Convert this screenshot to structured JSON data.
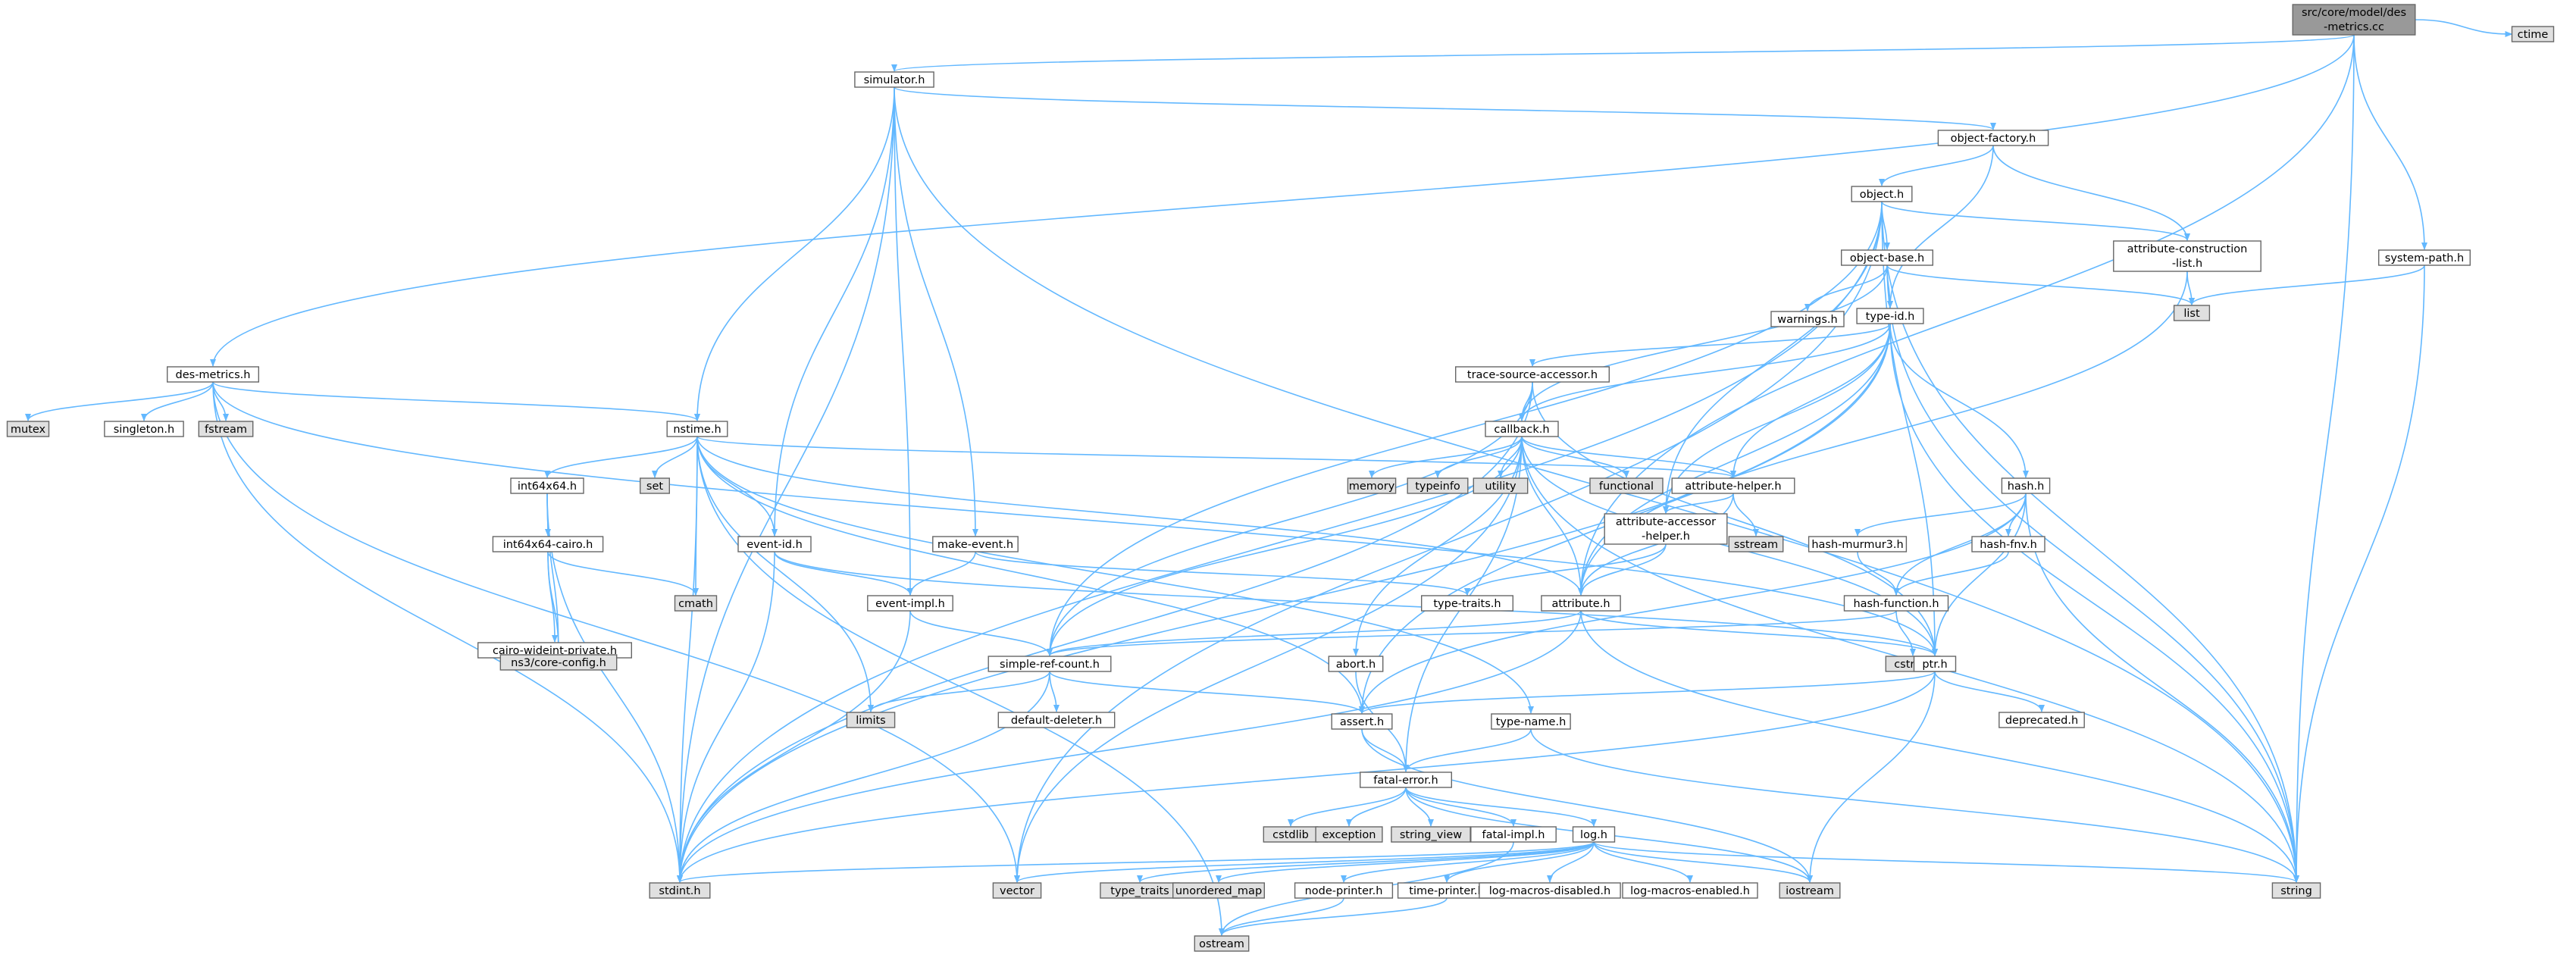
{
  "colors": {
    "edge": "#63b8ff",
    "node_fill": "#ffffff",
    "system_fill": "#e0e0e0",
    "root_fill": "#999999",
    "border": "#666666"
  },
  "nodes": [
    {
      "id": "root",
      "lines": [
        "src/core/model/des",
        "-metrics.cc"
      ],
      "kind": "root"
    },
    {
      "id": "ctime",
      "lines": [
        "ctime"
      ],
      "kind": "system"
    },
    {
      "id": "simulator_h",
      "lines": [
        "simulator.h"
      ],
      "kind": "file"
    },
    {
      "id": "object_factory_h",
      "lines": [
        "object-factory.h"
      ],
      "kind": "file"
    },
    {
      "id": "object_h",
      "lines": [
        "object.h"
      ],
      "kind": "file"
    },
    {
      "id": "object_base_h",
      "lines": [
        "object-base.h"
      ],
      "kind": "file"
    },
    {
      "id": "attr_constr_h",
      "lines": [
        "attribute-construction",
        "-list.h"
      ],
      "kind": "file"
    },
    {
      "id": "system_path_h",
      "lines": [
        "system-path.h"
      ],
      "kind": "file"
    },
    {
      "id": "list",
      "lines": [
        "list"
      ],
      "kind": "system"
    },
    {
      "id": "warnings_h",
      "lines": [
        "warnings.h"
      ],
      "kind": "file"
    },
    {
      "id": "type_id_h",
      "lines": [
        "type-id.h"
      ],
      "kind": "file"
    },
    {
      "id": "des_metrics_h",
      "lines": [
        "des-metrics.h"
      ],
      "kind": "file"
    },
    {
      "id": "mutex",
      "lines": [
        "mutex"
      ],
      "kind": "system"
    },
    {
      "id": "singleton_h",
      "lines": [
        "singleton.h"
      ],
      "kind": "file"
    },
    {
      "id": "fstream",
      "lines": [
        "fstream"
      ],
      "kind": "system"
    },
    {
      "id": "trace_src_h",
      "lines": [
        "trace-source-accessor.h"
      ],
      "kind": "file"
    },
    {
      "id": "nstime_h",
      "lines": [
        "nstime.h"
      ],
      "kind": "file"
    },
    {
      "id": "callback_h",
      "lines": [
        "callback.h"
      ],
      "kind": "file"
    },
    {
      "id": "set",
      "lines": [
        "set"
      ],
      "kind": "system"
    },
    {
      "id": "int64x64_h",
      "lines": [
        "int64x64.h"
      ],
      "kind": "file"
    },
    {
      "id": "memory",
      "lines": [
        "memory"
      ],
      "kind": "system"
    },
    {
      "id": "typeinfo",
      "lines": [
        "typeinfo"
      ],
      "kind": "system"
    },
    {
      "id": "utility",
      "lines": [
        "utility"
      ],
      "kind": "system"
    },
    {
      "id": "functional",
      "lines": [
        "functional"
      ],
      "kind": "system"
    },
    {
      "id": "attr_helper_h",
      "lines": [
        "attribute-helper.h"
      ],
      "kind": "file"
    },
    {
      "id": "hash_h",
      "lines": [
        "hash.h"
      ],
      "kind": "file"
    },
    {
      "id": "sstream",
      "lines": [
        "sstream"
      ],
      "kind": "system"
    },
    {
      "id": "int64x64_cairo_h",
      "lines": [
        "int64x64-cairo.h"
      ],
      "kind": "file"
    },
    {
      "id": "event_id_h",
      "lines": [
        "event-id.h"
      ],
      "kind": "file"
    },
    {
      "id": "make_event_h",
      "lines": [
        "make-event.h"
      ],
      "kind": "file"
    },
    {
      "id": "attr_accessor_h",
      "lines": [
        "attribute-accessor",
        "-helper.h"
      ],
      "kind": "file"
    },
    {
      "id": "hash_murmur3_h",
      "lines": [
        "hash-murmur3.h"
      ],
      "kind": "file"
    },
    {
      "id": "hash_fnv_h",
      "lines": [
        "hash-fnv.h"
      ],
      "kind": "file"
    },
    {
      "id": "cmath",
      "lines": [
        "cmath"
      ],
      "kind": "system"
    },
    {
      "id": "event_impl_h",
      "lines": [
        "event-impl.h"
      ],
      "kind": "file"
    },
    {
      "id": "type_traits_h",
      "lines": [
        "type-traits.h"
      ],
      "kind": "file"
    },
    {
      "id": "attribute_h",
      "lines": [
        "attribute.h"
      ],
      "kind": "file"
    },
    {
      "id": "hash_function_h",
      "lines": [
        "hash-function.h"
      ],
      "kind": "file"
    },
    {
      "id": "cairo_wideint_h",
      "lines": [
        "cairo-wideint-private.h"
      ],
      "kind": "file"
    },
    {
      "id": "ns3_config_h",
      "lines": [
        "ns3/core-config.h"
      ],
      "kind": "system"
    },
    {
      "id": "cstring",
      "lines": [
        "cstring"
      ],
      "kind": "system"
    },
    {
      "id": "simple_ref_h",
      "lines": [
        "simple-ref-count.h"
      ],
      "kind": "file"
    },
    {
      "id": "abort_h",
      "lines": [
        "abort.h"
      ],
      "kind": "file"
    },
    {
      "id": "ptr_h",
      "lines": [
        "ptr.h"
      ],
      "kind": "file"
    },
    {
      "id": "limits",
      "lines": [
        "limits"
      ],
      "kind": "system"
    },
    {
      "id": "default_deleter_h",
      "lines": [
        "default-deleter.h"
      ],
      "kind": "file"
    },
    {
      "id": "assert_h",
      "lines": [
        "assert.h"
      ],
      "kind": "file"
    },
    {
      "id": "type_name_h",
      "lines": [
        "type-name.h"
      ],
      "kind": "file"
    },
    {
      "id": "deprecated_h",
      "lines": [
        "deprecated.h"
      ],
      "kind": "file"
    },
    {
      "id": "fatal_error_h",
      "lines": [
        "fatal-error.h"
      ],
      "kind": "file"
    },
    {
      "id": "cstdlib",
      "lines": [
        "cstdlib"
      ],
      "kind": "system"
    },
    {
      "id": "exception",
      "lines": [
        "exception"
      ],
      "kind": "system"
    },
    {
      "id": "string_view",
      "lines": [
        "string_view"
      ],
      "kind": "system"
    },
    {
      "id": "fatal_impl_h",
      "lines": [
        "fatal-impl.h"
      ],
      "kind": "file"
    },
    {
      "id": "log_h",
      "lines": [
        "log.h"
      ],
      "kind": "file"
    },
    {
      "id": "stdint_h",
      "lines": [
        "stdint.h"
      ],
      "kind": "system"
    },
    {
      "id": "vector",
      "lines": [
        "vector"
      ],
      "kind": "system"
    },
    {
      "id": "type_traits",
      "lines": [
        "type_traits"
      ],
      "kind": "system"
    },
    {
      "id": "unordered_map",
      "lines": [
        "unordered_map"
      ],
      "kind": "system"
    },
    {
      "id": "node_printer_h",
      "lines": [
        "node-printer.h"
      ],
      "kind": "file"
    },
    {
      "id": "time_printer_h",
      "lines": [
        "time-printer.h"
      ],
      "kind": "file"
    },
    {
      "id": "log_macros_disabled_h",
      "lines": [
        "log-macros-disabled.h"
      ],
      "kind": "file"
    },
    {
      "id": "log_macros_enabled_h",
      "lines": [
        "log-macros-enabled.h"
      ],
      "kind": "file"
    },
    {
      "id": "iostream",
      "lines": [
        "iostream"
      ],
      "kind": "system"
    },
    {
      "id": "string",
      "lines": [
        "string"
      ],
      "kind": "system"
    },
    {
      "id": "ostream",
      "lines": [
        "ostream"
      ],
      "kind": "system"
    }
  ],
  "edges": [
    [
      "root",
      "ctime"
    ],
    [
      "root",
      "simulator_h"
    ],
    [
      "root",
      "des_metrics_h"
    ],
    [
      "root",
      "system_path_h"
    ],
    [
      "root",
      "string"
    ],
    [
      "root",
      "attribute_h"
    ],
    [
      "simulator_h",
      "object_factory_h"
    ],
    [
      "simulator_h",
      "string"
    ],
    [
      "simulator_h",
      "nstime_h"
    ],
    [
      "simulator_h",
      "event_id_h"
    ],
    [
      "simulator_h",
      "event_impl_h"
    ],
    [
      "simulator_h",
      "make_event_h"
    ],
    [
      "simulator_h",
      "stdint_h"
    ],
    [
      "object_factory_h",
      "object_h"
    ],
    [
      "object_factory_h",
      "attr_constr_h"
    ],
    [
      "object_factory_h",
      "type_id_h"
    ],
    [
      "object_h",
      "object_base_h"
    ],
    [
      "object_h",
      "attr_constr_h"
    ],
    [
      "object_h",
      "string"
    ],
    [
      "object_h",
      "ptr_h"
    ],
    [
      "object_h",
      "simple_ref_h"
    ],
    [
      "object_h",
      "attr_accessor_h"
    ],
    [
      "object_h",
      "stdint_h"
    ],
    [
      "object_h",
      "vector"
    ],
    [
      "object_base_h",
      "type_id_h"
    ],
    [
      "object_base_h",
      "warnings_h"
    ],
    [
      "object_base_h",
      "list"
    ],
    [
      "object_base_h",
      "string"
    ],
    [
      "object_base_h",
      "callback_h"
    ],
    [
      "attr_constr_h",
      "list"
    ],
    [
      "attr_constr_h",
      "attribute_h"
    ],
    [
      "system_path_h",
      "list"
    ],
    [
      "system_path_h",
      "string"
    ],
    [
      "type_id_h",
      "trace_src_h"
    ],
    [
      "type_id_h",
      "callback_h"
    ],
    [
      "type_id_h",
      "attr_helper_h"
    ],
    [
      "type_id_h",
      "hash_h"
    ],
    [
      "type_id_h",
      "string"
    ],
    [
      "type_id_h",
      "attr_accessor_h"
    ],
    [
      "type_id_h",
      "attribute_h"
    ],
    [
      "type_id_h",
      "stdint_h"
    ],
    [
      "type_id_h",
      "assert_h"
    ],
    [
      "des_metrics_h",
      "mutex"
    ],
    [
      "des_metrics_h",
      "singleton_h"
    ],
    [
      "des_metrics_h",
      "fstream"
    ],
    [
      "des_metrics_h",
      "nstime_h"
    ],
    [
      "des_metrics_h",
      "stdint_h"
    ],
    [
      "des_metrics_h",
      "vector"
    ],
    [
      "des_metrics_h",
      "ptr_h"
    ],
    [
      "trace_src_h",
      "callback_h"
    ],
    [
      "trace_src_h",
      "ptr_h"
    ],
    [
      "trace_src_h",
      "simple_ref_h"
    ],
    [
      "trace_src_h",
      "stdint_h"
    ],
    [
      "nstime_h",
      "set"
    ],
    [
      "nstime_h",
      "int64x64_h"
    ],
    [
      "nstime_h",
      "attr_helper_h"
    ],
    [
      "nstime_h",
      "event_id_h"
    ],
    [
      "nstime_h",
      "attribute_h"
    ],
    [
      "nstime_h",
      "cmath"
    ],
    [
      "nstime_h",
      "limits"
    ],
    [
      "nstime_h",
      "ostream"
    ],
    [
      "nstime_h",
      "stdint_h"
    ],
    [
      "nstime_h",
      "assert_h"
    ],
    [
      "nstime_h",
      "type_name_h"
    ],
    [
      "callback_h",
      "memory"
    ],
    [
      "callback_h",
      "typeinfo"
    ],
    [
      "callback_h",
      "utility"
    ],
    [
      "callback_h",
      "functional"
    ],
    [
      "callback_h",
      "attr_helper_h"
    ],
    [
      "callback_h",
      "ptr_h"
    ],
    [
      "callback_h",
      "simple_ref_h"
    ],
    [
      "callback_h",
      "fatal_error_h"
    ],
    [
      "callback_h",
      "vector"
    ],
    [
      "callback_h",
      "string"
    ],
    [
      "callback_h",
      "attribute_h"
    ],
    [
      "callback_h",
      "abort_h"
    ],
    [
      "int64x64_h",
      "int64x64_cairo_h"
    ],
    [
      "int64x64_h",
      "ns3_config_h"
    ],
    [
      "int64x64_h",
      "stdint_h"
    ],
    [
      "int64x64_cairo_h",
      "cairo_wideint_h"
    ],
    [
      "int64x64_cairo_h",
      "cmath"
    ],
    [
      "int64x64_cairo_h",
      "ns3_config_h"
    ],
    [
      "cairo_wideint_h",
      "ns3_config_h"
    ],
    [
      "attr_helper_h",
      "attr_accessor_h"
    ],
    [
      "attr_helper_h",
      "sstream"
    ],
    [
      "attr_helper_h",
      "attribute_h"
    ],
    [
      "attr_accessor_h",
      "type_traits_h"
    ],
    [
      "attr_accessor_h",
      "attribute_h"
    ],
    [
      "hash_h",
      "hash_murmur3_h"
    ],
    [
      "hash_h",
      "hash_fnv_h"
    ],
    [
      "hash_h",
      "hash_function_h"
    ],
    [
      "hash_h",
      "ptr_h"
    ],
    [
      "hash_h",
      "string"
    ],
    [
      "hash_h",
      "assert_h"
    ],
    [
      "hash_murmur3_h",
      "hash_function_h"
    ],
    [
      "hash_fnv_h",
      "hash_function_h"
    ],
    [
      "hash_function_h",
      "cstring"
    ],
    [
      "hash_function_h",
      "simple_ref_h"
    ],
    [
      "event_id_h",
      "event_impl_h"
    ],
    [
      "event_id_h",
      "ptr_h"
    ],
    [
      "event_id_h",
      "stdint_h"
    ],
    [
      "make_event_h",
      "event_impl_h"
    ],
    [
      "make_event_h",
      "type_traits_h"
    ],
    [
      "event_impl_h",
      "simple_ref_h"
    ],
    [
      "event_impl_h",
      "stdint_h"
    ],
    [
      "attribute_h",
      "ptr_h"
    ],
    [
      "attribute_h",
      "simple_ref_h"
    ],
    [
      "attribute_h",
      "string"
    ],
    [
      "attribute_h",
      "stdint_h"
    ],
    [
      "simple_ref_h",
      "default_deleter_h"
    ],
    [
      "simple_ref_h",
      "assert_h"
    ],
    [
      "simple_ref_h",
      "limits"
    ],
    [
      "simple_ref_h",
      "stdint_h"
    ],
    [
      "abort_h",
      "fatal_error_h"
    ],
    [
      "ptr_h",
      "assert_h"
    ],
    [
      "ptr_h",
      "deprecated_h"
    ],
    [
      "ptr_h",
      "iostream"
    ],
    [
      "ptr_h",
      "stdint_h"
    ],
    [
      "assert_h",
      "fatal_error_h"
    ],
    [
      "assert_h",
      "iostream"
    ],
    [
      "type_name_h",
      "fatal_error_h"
    ],
    [
      "type_name_h",
      "string"
    ],
    [
      "fatal_error_h",
      "cstdlib"
    ],
    [
      "fatal_error_h",
      "exception"
    ],
    [
      "fatal_error_h",
      "string_view"
    ],
    [
      "fatal_error_h",
      "fatal_impl_h"
    ],
    [
      "fatal_error_h",
      "log_h"
    ],
    [
      "fatal_error_h",
      "iostream"
    ],
    [
      "fatal_impl_h",
      "ostream"
    ],
    [
      "log_h",
      "stdint_h"
    ],
    [
      "log_h",
      "vector"
    ],
    [
      "log_h",
      "type_traits"
    ],
    [
      "log_h",
      "unordered_map"
    ],
    [
      "log_h",
      "node_printer_h"
    ],
    [
      "log_h",
      "time_printer_h"
    ],
    [
      "log_h",
      "log_macros_disabled_h"
    ],
    [
      "log_h",
      "log_macros_enabled_h"
    ],
    [
      "log_h",
      "iostream"
    ],
    [
      "log_h",
      "string"
    ],
    [
      "node_printer_h",
      "ostream"
    ],
    [
      "time_printer_h",
      "ostream"
    ]
  ]
}
